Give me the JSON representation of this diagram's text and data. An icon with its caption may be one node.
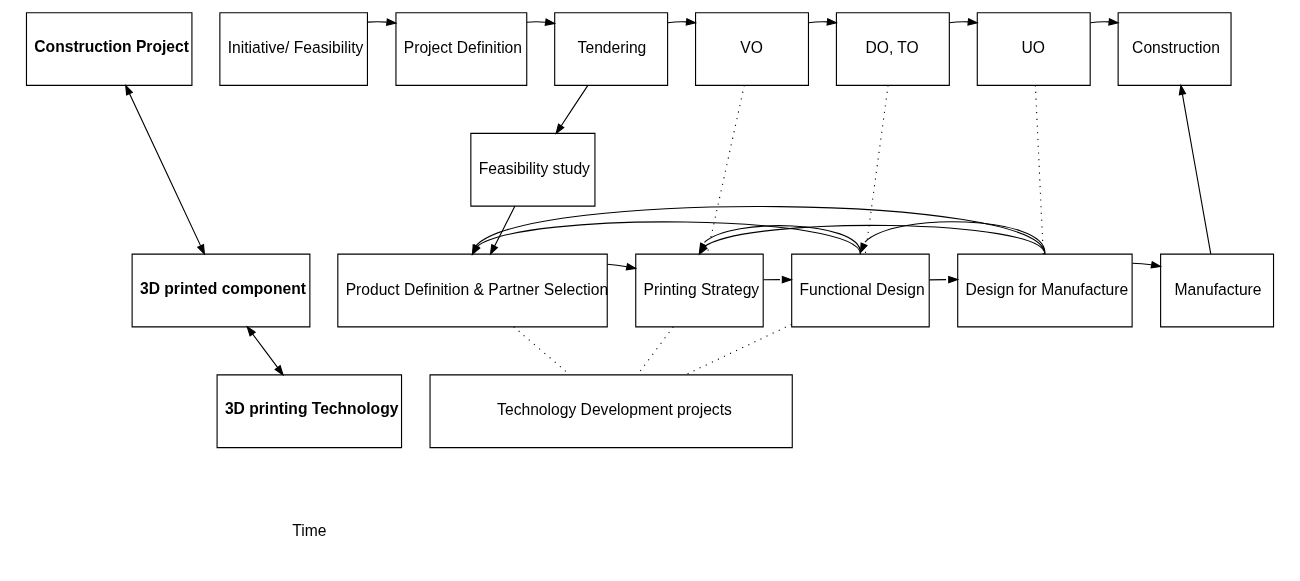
{
  "diagram": {
    "nodes": [
      {
        "text": [
          "Construction Project"
        ]
      },
      {
        "text": [
          "3D printed component"
        ]
      },
      {
        "text": [
          "3D printing Technology"
        ]
      },
      {
        "text": [
          "Initiative/ Feasibility"
        ]
      },
      {
        "text": [
          "Project Definition"
        ]
      },
      {
        "text": [
          "Tendering"
        ]
      },
      {
        "text": [
          "VO"
        ]
      },
      {
        "text": [
          "DO, TO"
        ]
      },
      {
        "text": [
          "UO"
        ]
      },
      {
        "text": [
          "Construction"
        ]
      },
      {
        "text": [
          "Feasibility study"
        ]
      },
      {
        "text": [
          "Product Definition & Partner Selection"
        ]
      },
      {
        "text": [
          "Printing Strategy"
        ]
      },
      {
        "text": [
          "Functional Design"
        ]
      },
      {
        "text": [
          "Design for Manufacture"
        ]
      },
      {
        "text": [
          "Manufacture"
        ]
      },
      {
        "text": [
          "Technology Development projects"
        ]
      }
    ],
    "edges": [
      {
        "from": 0,
        "to": 1,
        "arrow": "both"
      },
      {
        "from": 1,
        "to": 2,
        "arrow": "both"
      },
      {
        "from": 3,
        "to": 4,
        "arrow": "to"
      },
      {
        "from": 4,
        "to": 5,
        "arrow": "to"
      },
      {
        "from": 5,
        "to": 6,
        "arrow": "to"
      },
      {
        "from": 6,
        "to": 7,
        "arrow": "to"
      },
      {
        "from": 7,
        "to": 8,
        "arrow": "to"
      },
      {
        "from": 8,
        "to": 9,
        "arrow": "to"
      },
      {
        "from": 5,
        "to": 10,
        "arrow": "to"
      },
      {
        "from": 10,
        "to": 11,
        "arrow": "to"
      },
      {
        "from": 11,
        "to": 12,
        "arrow": "to"
      },
      {
        "from": 12,
        "to": 13,
        "arrow": "to"
      },
      {
        "from": 13,
        "to": 14,
        "arrow": "to"
      },
      {
        "from": 14,
        "to": 15,
        "arrow": "to"
      },
      {
        "from": 15,
        "to": 9,
        "arrow": "to"
      },
      {
        "from": 14,
        "to": 11,
        "arrow": "to"
      },
      {
        "from": 14,
        "to": 12,
        "arrow": "to"
      },
      {
        "from": 14,
        "to": 13,
        "arrow": "to"
      },
      {
        "from": 13,
        "to": 11,
        "arrow": "to"
      },
      {
        "from": 13,
        "to": 12,
        "arrow": "to"
      },
      {
        "from": 6,
        "to": 12,
        "arrow": "none",
        "style": "dashed"
      },
      {
        "from": 7,
        "to": 13,
        "arrow": "none",
        "style": "dashed"
      },
      {
        "from": 8,
        "to": 14,
        "arrow": "none",
        "style": "dashed"
      },
      {
        "from": 11,
        "to": 16,
        "arrow": "none",
        "style": "dashed"
      },
      {
        "from": 12,
        "to": 16,
        "arrow": "none",
        "style": "dashed"
      },
      {
        "from": 13,
        "to": 16,
        "arrow": "none",
        "style": "dashed"
      }
    ],
    "labels": [
      "Time"
    ]
  }
}
